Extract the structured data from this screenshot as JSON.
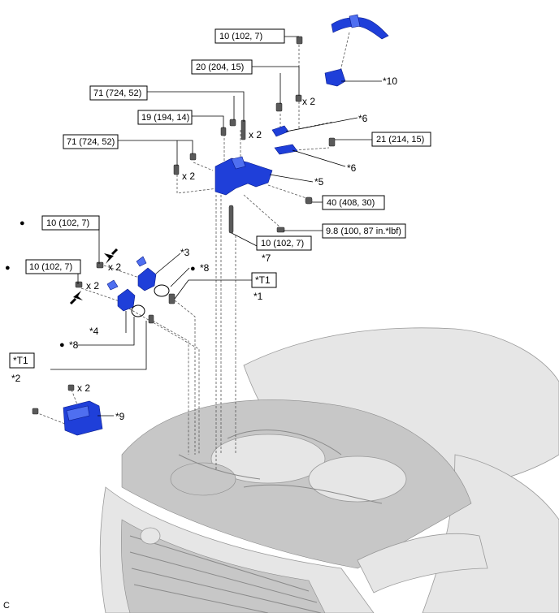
{
  "diagram": {
    "torque_labels": [
      "10 (102, 7)",
      "20 (204, 15)",
      "71 (724, 52)",
      "19 (194, 14)",
      "71 (724, 52)",
      "21 (214, 15)",
      "40 (408, 30)",
      "9.8 (100, 87 in.*lbf)",
      "10 (102, 7)",
      "10 (102, 7)",
      "10 (102, 7)"
    ],
    "callouts": {
      "c10": "*10",
      "c6a": "*6",
      "c6b": "*6",
      "c5": "*5",
      "c7": "*7",
      "c3": "*3",
      "c8a": "*8",
      "c1": "*1",
      "c4": "*4",
      "c8b": "*8",
      "c2": "*2",
      "c9": "*9"
    },
    "tool_boxes": {
      "t1a": "*T1",
      "t1b": "*T1"
    },
    "quantity_marks": {
      "q1": "x 2",
      "q2": "x 2",
      "q3": "x 2",
      "q4": "x 2",
      "q5": "x 2",
      "q6": "x 2"
    },
    "bullets": {
      "b1": "●",
      "b2": "●",
      "b3": "●",
      "b4": "●"
    },
    "figure_code": "C",
    "colors": {
      "part": "#1f3fd9",
      "line": "#000000",
      "car": "#e6e6e6"
    }
  }
}
